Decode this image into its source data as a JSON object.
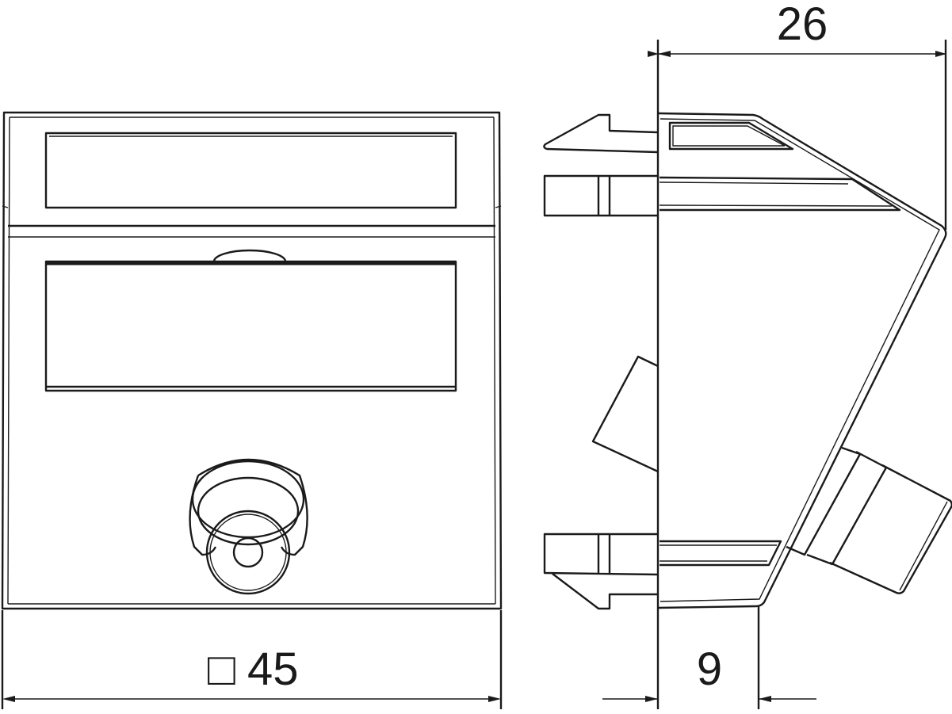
{
  "drawing": {
    "dimensions": {
      "depth_total": "26",
      "width": "45",
      "width_symbol": "□",
      "front_depth": "9"
    },
    "line_color": "#1a1a1a",
    "background": "#ffffff"
  }
}
